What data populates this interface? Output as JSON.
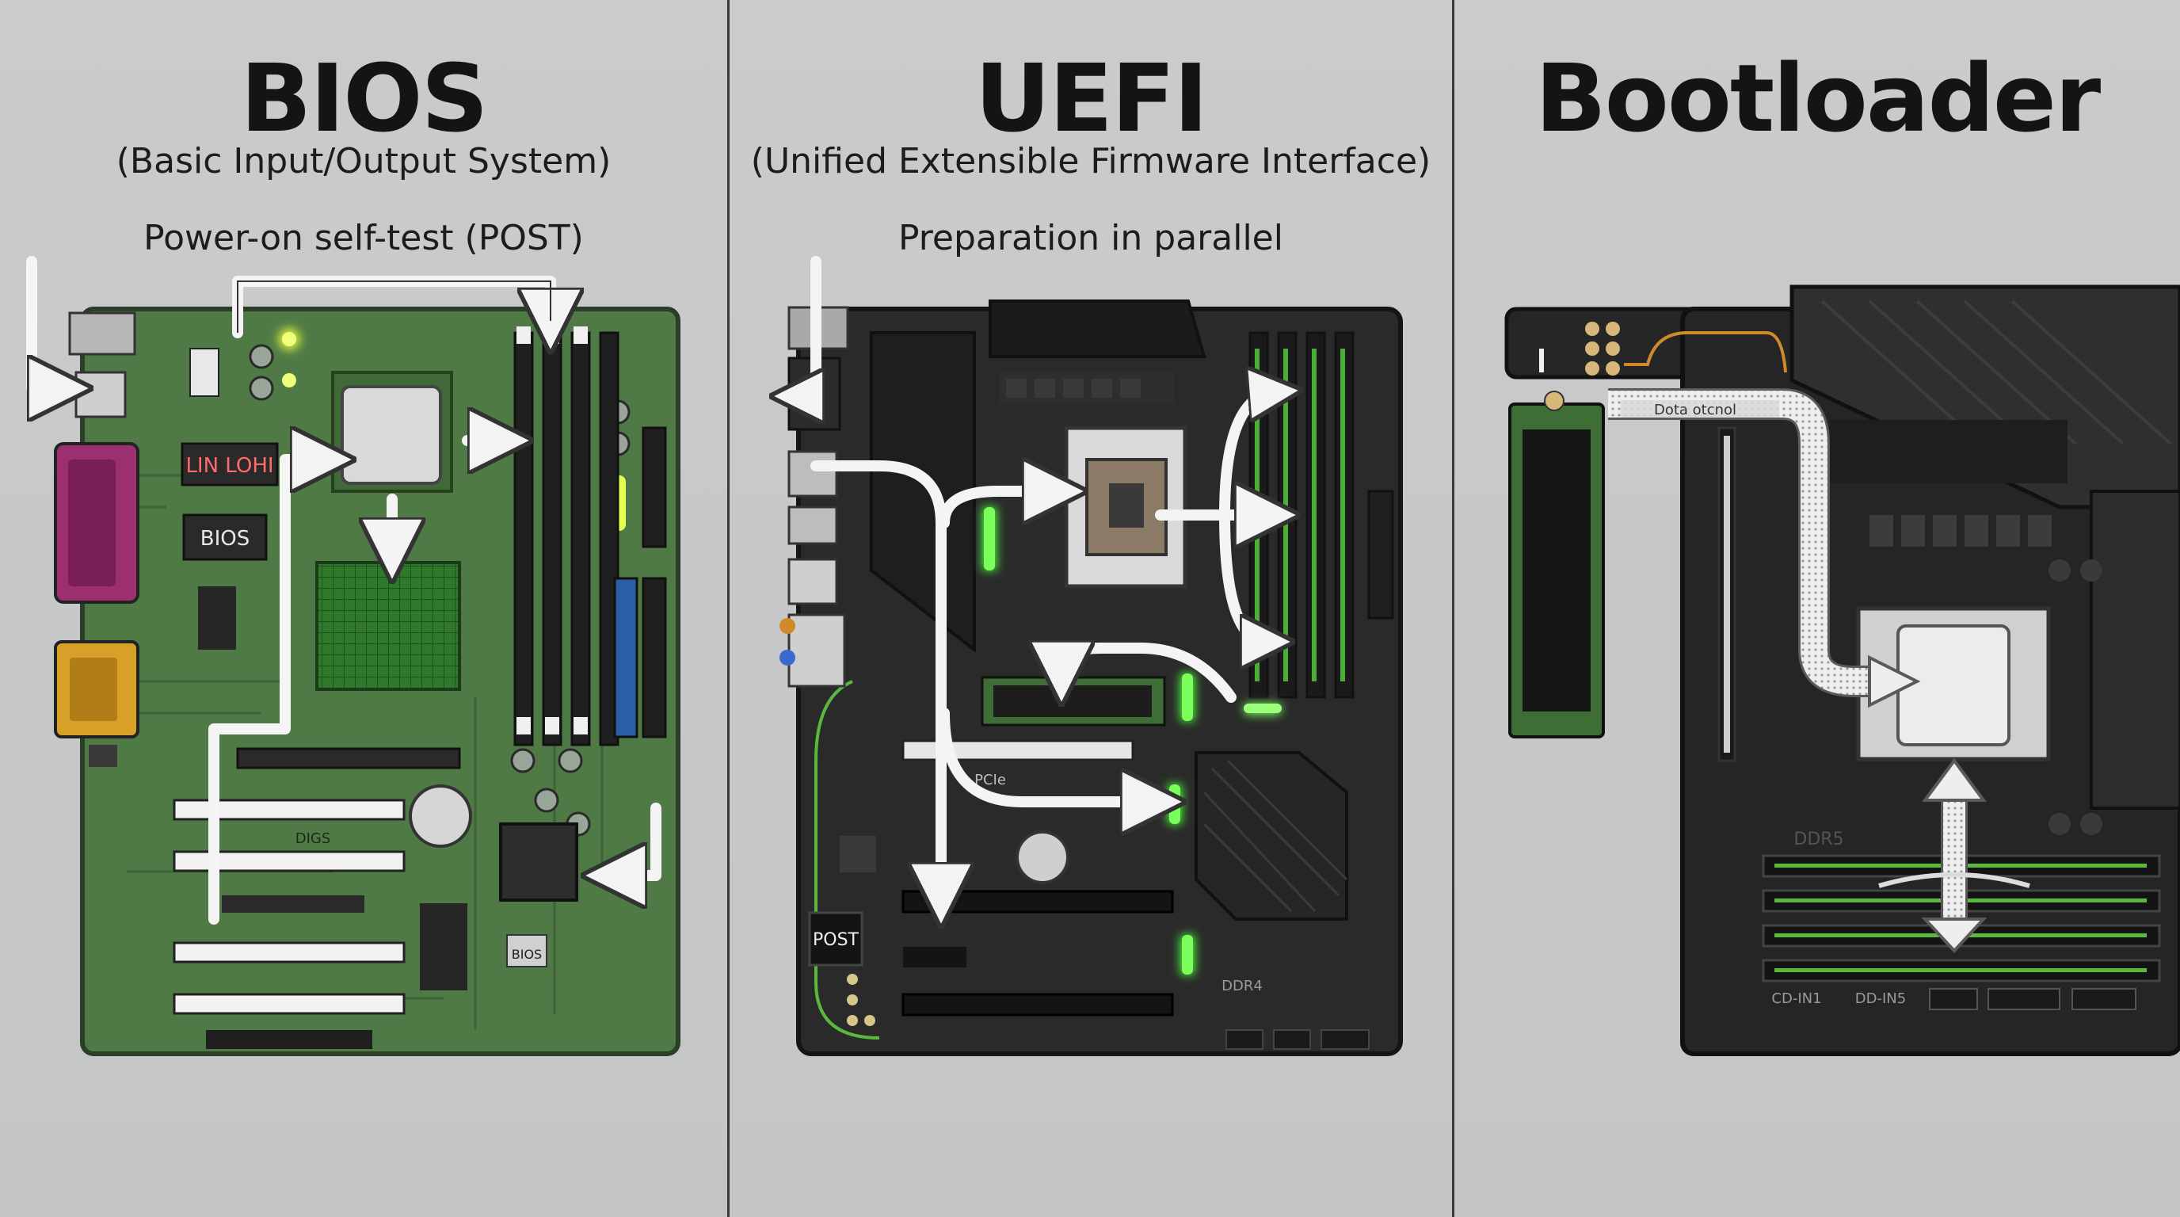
{
  "panels": {
    "bios": {
      "title": "BIOS",
      "subtitle": "(Basic Input/Output System)",
      "caption": "Power-on self-test (POST)",
      "chip_label": "BIOS",
      "led_label": "LIN LOHI",
      "slot_label": "DIGS",
      "small_label": "BIOS"
    },
    "uefi": {
      "title": "UEFI",
      "subtitle": "(Unified Extensible Firmware Interface)",
      "caption": "Preparation in parallel",
      "post_label": "POST",
      "pcie_label": "PCIe",
      "ddr_label": "DDR4"
    },
    "bootloader": {
      "title": "Bootloader",
      "data_label": "Dota otcnol",
      "ddr_label": "DDR5",
      "cd_label": "CD-IN1",
      "dd_label": "DD-IN5"
    }
  },
  "colors": {
    "bios_board": "#4f7a45",
    "uefi_board": "#2a2a2a",
    "boot_board": "#232323",
    "led_green": "#4cff3a",
    "led_yellow": "#d8f040",
    "arrow": "#f4f4f4"
  }
}
